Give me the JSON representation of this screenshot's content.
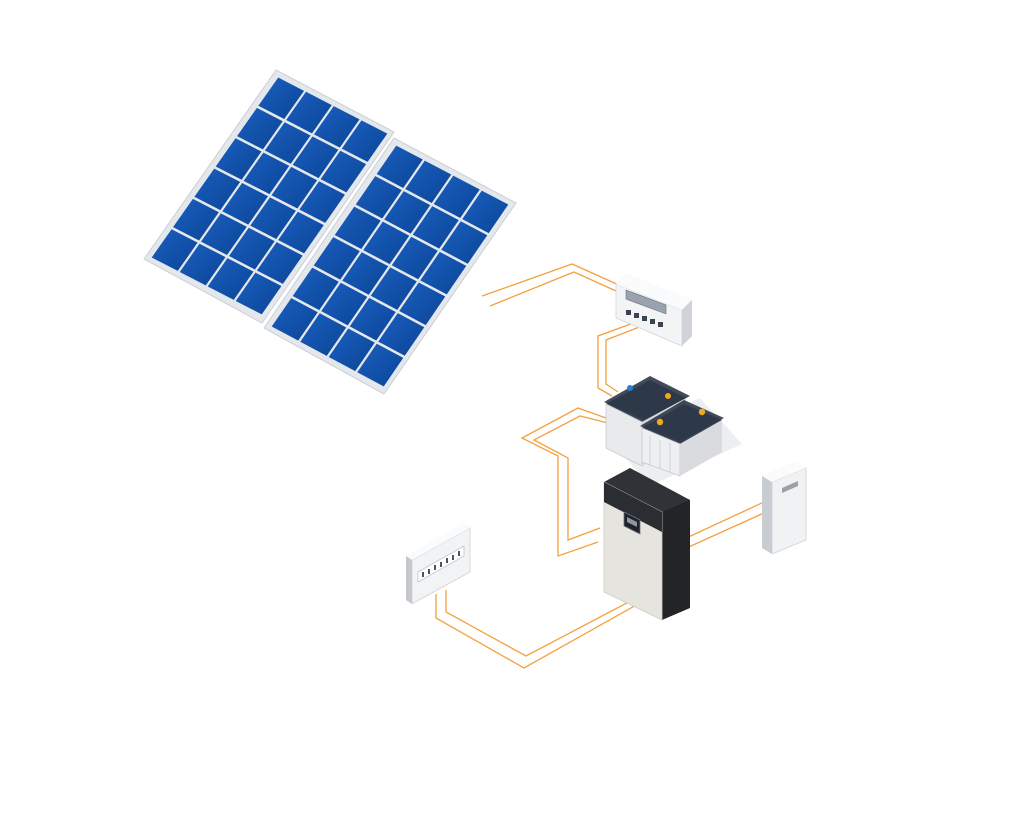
{
  "diagram": {
    "components": [
      {
        "id": "solar-panel-left",
        "icon": "solar-panel-icon"
      },
      {
        "id": "solar-panel-right",
        "icon": "solar-panel-icon"
      },
      {
        "id": "charge-controller",
        "icon": "charge-controller-icon"
      },
      {
        "id": "battery-bank",
        "icon": "battery-icon",
        "count": 2
      },
      {
        "id": "inverter",
        "icon": "inverter-icon"
      },
      {
        "id": "distribution-board",
        "icon": "breaker-panel-icon"
      },
      {
        "id": "meter-box",
        "icon": "meter-box-icon"
      }
    ],
    "connections": [
      {
        "from": "solar-panel-right",
        "to": "charge-controller"
      },
      {
        "from": "charge-controller",
        "to": "battery-bank"
      },
      {
        "from": "battery-bank",
        "to": "inverter"
      },
      {
        "from": "inverter",
        "to": "meter-box"
      },
      {
        "from": "inverter",
        "to": "distribution-board"
      }
    ],
    "colors": {
      "panel_cell": "#0d4fa8",
      "panel_frame": "#e8ecf0",
      "wire": "#f5a040",
      "inverter_face": "#e6e4df",
      "inverter_side": "#222428",
      "battery_top": "#2c3747",
      "battery_terminal": "#f0a81c"
    }
  }
}
